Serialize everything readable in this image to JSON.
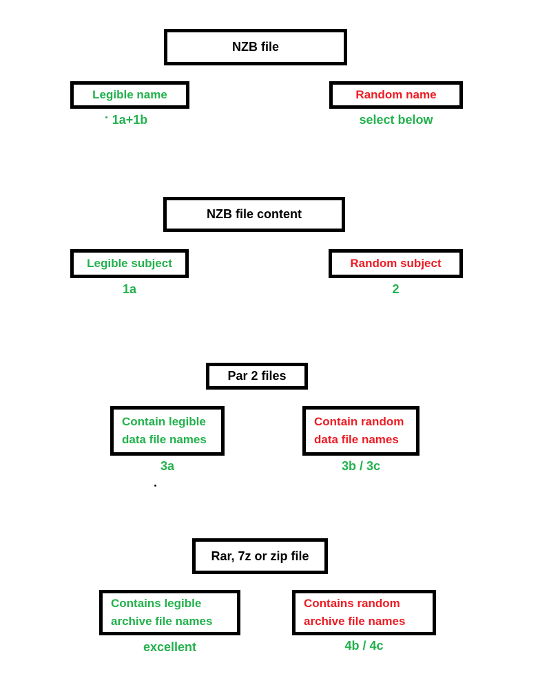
{
  "colors": {
    "positive_green": "#22B14C",
    "negative_red": "#ED1C24",
    "box_border": "#000000",
    "header_text": "#000000",
    "background": "#ffffff"
  },
  "diagram": {
    "sections": [
      {
        "header": "NZB file",
        "left": {
          "label": "Legible name",
          "note": "1a+1b"
        },
        "right": {
          "label": "Random name",
          "note": "select below"
        }
      },
      {
        "header": "NZB file content",
        "left": {
          "label": "Legible subject",
          "note": "1a"
        },
        "right": {
          "label": "Random subject",
          "note": "2"
        }
      },
      {
        "header": "Par 2 files",
        "left": {
          "label": "Contain legible\ndata file names",
          "note": "3a"
        },
        "right": {
          "label": "Contain random\ndata file names",
          "note": "3b / 3c"
        }
      },
      {
        "header": "Rar, 7z or zip file",
        "left": {
          "label": "Contains legible\narchive file names",
          "note": "excellent"
        },
        "right": {
          "label": "Contains random\narchive file names",
          "note": "4b / 4c"
        }
      }
    ]
  }
}
